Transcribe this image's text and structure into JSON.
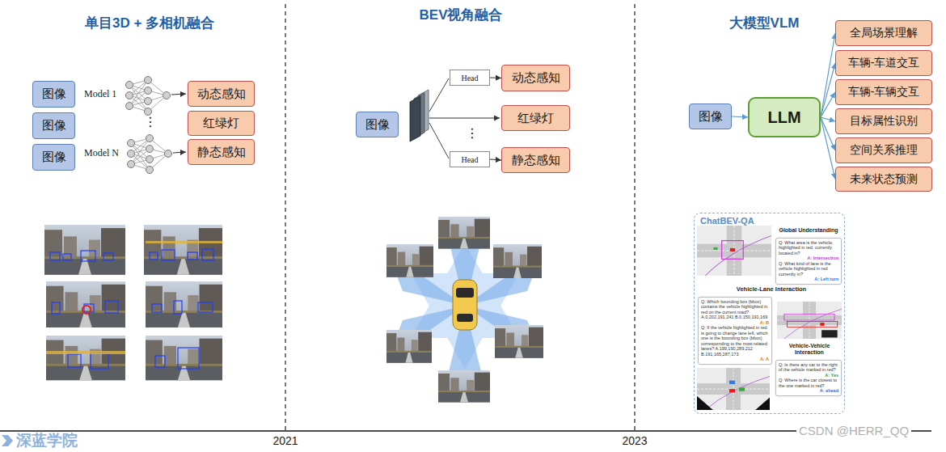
{
  "diagram": {
    "nodes": [
      {
        "text": [
          "图像"
        ]
      },
      {
        "text": [
          "图像"
        ]
      },
      {
        "text": [
          "图像"
        ]
      },
      {
        "text": [
          "动态感知"
        ]
      },
      {
        "text": [
          "红绿灯"
        ]
      },
      {
        "text": [
          "静态感知"
        ]
      },
      {
        "text": [
          "图像"
        ]
      },
      {
        "text": [
          "Head"
        ]
      },
      {
        "text": [
          "Head"
        ]
      },
      {
        "text": [
          "动态感知"
        ]
      },
      {
        "text": [
          "红绿灯"
        ]
      },
      {
        "text": [
          "静态感知"
        ]
      },
      {
        "text": [
          "图像"
        ]
      },
      {
        "text": [
          "LLM"
        ]
      },
      {
        "text": [
          "全局场景理解"
        ]
      },
      {
        "text": [
          "车辆-车道交互"
        ]
      },
      {
        "text": [
          "车辆-车辆交互"
        ]
      },
      {
        "text": [
          "目标属性识别"
        ]
      },
      {
        "text": [
          "空间关系推理"
        ]
      },
      {
        "text": [
          "未来状态预测"
        ]
      },
      {
        "text": [
          "ChatBEV-QA",
          "Global Understanding",
          "Vehicle-Lane Interaction",
          "Vehicle-Vehicle Interaction"
        ]
      },
      {
        "text": [
          "Q: What area is the vehicle, highlighted in red, currently located in?",
          "A: Intersection",
          "Q: What kind of lane is the vehicle highlighted in red currently in?",
          "A: Left turn"
        ],
        "in": 20
      },
      {
        "text": [
          "Q: Which bounding box (bbox) contains the vehicle highlighted in red on the current road? A.0,202,191,241 B.0,150,191,169",
          "A: B",
          "Q: If the vehicle highlighted in red is going to change lane left, which one is the bounding box (bbox) corresponding to the most related lanes? A.199,190,289,212 B.191,165,287,173",
          "A: A"
        ],
        "in": 20
      },
      {
        "text": [
          "Q: Is there any car to the right of the vehicle marked in red?",
          "A: Yes",
          "Q: Where is the car closest to the one marked in red?",
          "A: ahead"
        ],
        "in": 20
      }
    ],
    "edges": [
      {
        "from": 7,
        "to": 9,
        "arrow": "to"
      },
      {
        "from": 8,
        "to": 11,
        "arrow": "to"
      },
      {
        "from": 12,
        "to": 13,
        "arrow": "to"
      },
      {
        "from": 13,
        "to": 14,
        "arrow": "to"
      },
      {
        "from": 13,
        "to": 15,
        "arrow": "to"
      },
      {
        "from": 13,
        "to": 16,
        "arrow": "to"
      },
      {
        "from": 13,
        "to": 17,
        "arrow": "to"
      },
      {
        "from": 13,
        "to": 18,
        "arrow": "to"
      },
      {
        "from": 13,
        "to": 19,
        "arrow": "to"
      }
    ],
    "labels": [
      "单目3D + 多相机融合",
      "Model 1",
      "⋮",
      "Model N",
      "BEV视角融合",
      "⋮",
      "大模型VLM",
      "2021",
      "2023",
      "深蓝学院",
      "CSDN @HERR_QQ"
    ]
  }
}
